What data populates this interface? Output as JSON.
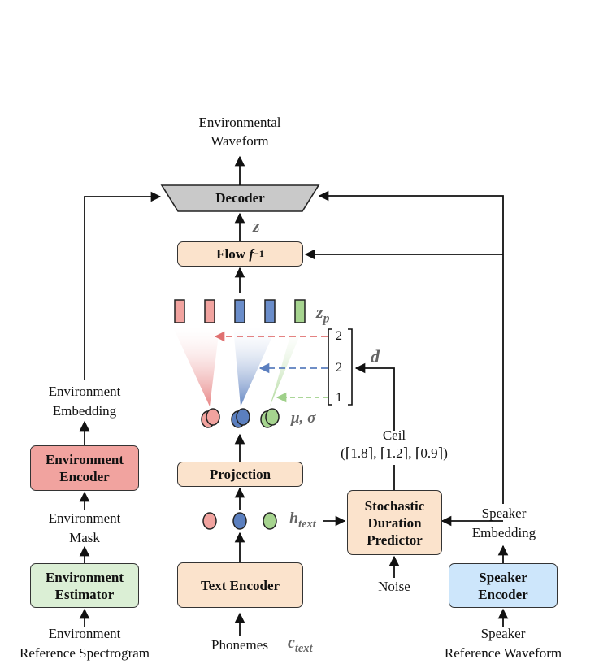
{
  "output_label": [
    "Environmental",
    "Waveform"
  ],
  "decoder": "Decoder",
  "z_symbol": "z",
  "flow": {
    "text": "Flow",
    "exponent": "f",
    "power": "−1"
  },
  "zp_symbol": {
    "base": "z",
    "sub": "p"
  },
  "d_symbol": "d",
  "durations": [
    "2",
    "2",
    "1"
  ],
  "mu_sigma": "μ, σ",
  "ceil_label": [
    "Ceil",
    "(⌈1.8⌉, ⌈1.2⌉, ⌈0.9⌉)"
  ],
  "projection": "Projection",
  "h_text": {
    "base": "h",
    "sub": "text"
  },
  "c_text": {
    "base": "c",
    "sub": "text"
  },
  "text_encoder": "Text Encoder",
  "phonemes": "Phonemes",
  "sdp": [
    "Stochastic",
    "Duration",
    "Predictor"
  ],
  "noise": "Noise",
  "speaker_embedding": [
    "Speaker",
    "Embedding"
  ],
  "speaker_encoder": [
    "Speaker",
    "Encoder"
  ],
  "speaker_input": [
    "Speaker",
    "Reference Waveform"
  ],
  "environment_embedding": [
    "Environment",
    "Embedding"
  ],
  "environment_encoder": [
    "Environment",
    "Encoder"
  ],
  "environment_mask": [
    "Environment",
    "Mask"
  ],
  "environment_estimator": [
    "Environment",
    "Estimator"
  ],
  "environment_input": [
    "Environment",
    "Reference Spectrogram"
  ],
  "colors": {
    "red": "#f1a39f",
    "red_dark": "#e07070",
    "blue": "#5b7fbf",
    "green": "#9fd08a",
    "peach": "#fbe3cc",
    "gray": "#c9c9c9",
    "light_blue": "#cde6fb",
    "light_green": "#dbefd5"
  }
}
